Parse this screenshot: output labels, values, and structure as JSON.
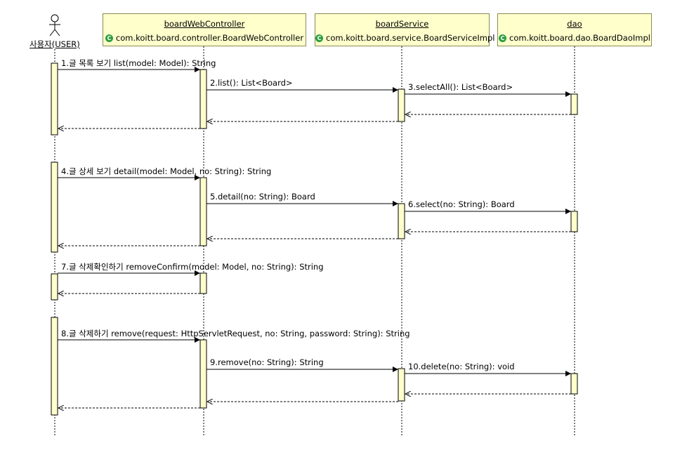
{
  "actor": {
    "name": "사용자(USER)",
    "icon": "stick-figure-icon"
  },
  "lifelines": [
    {
      "name": "boardWebController",
      "class": "com.koitt.board.controller.BoardWebController"
    },
    {
      "name": "boardService",
      "class": "com.koitt.board.service.BoardServiceImpl"
    },
    {
      "name": "dao",
      "class": "com.koitt.board.dao.BoardDaoImpl"
    }
  ],
  "class_icon": "C",
  "messages": [
    "1.글 목록 보기 list(model: Model): String",
    "2.list(): List<Board>",
    "3.selectAll(): List<Board>",
    "4.글 상세 보기 detail(model: Model, no: String): String",
    "5.detail(no: String): Board",
    "6.select(no: String): Board",
    "7.글 삭제확인하기 removeConfirm(model: Model, no: String): String",
    "8.글 삭제하기 remove(request: HttpServletRequest, no: String, password: String): String",
    "9.remove(no: String): String",
    "10.delete(no: String): void"
  ],
  "colors": {
    "head_fill": "#ffffcc",
    "activation_fill": "#ffffcc",
    "line": "#000000",
    "class_icon": "#2e9e3f"
  }
}
